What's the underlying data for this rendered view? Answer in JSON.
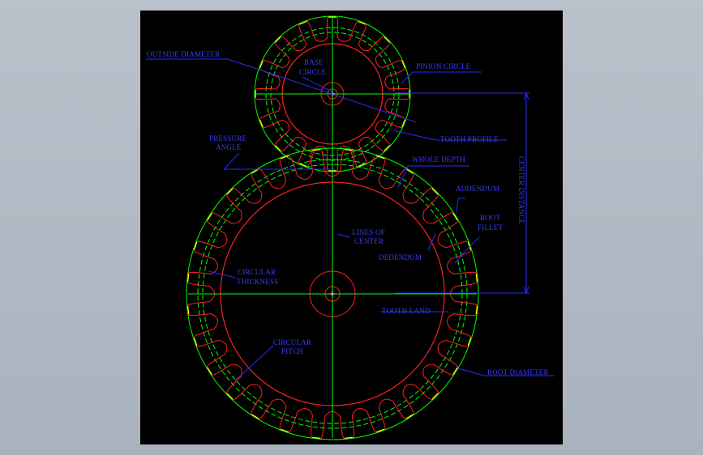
{
  "colors": {
    "background": "#000000",
    "outer_circle": "#00ff00",
    "pitch_circle": "#00ff00",
    "root_circle": "#ff2020",
    "tooth_profile": "#ff2020",
    "tooth_land": "#ffff00",
    "center_lines": "#00ff00",
    "leader_lines": "#2a2aff",
    "label_text": "#3b3bff"
  },
  "labels": {
    "outside_diameter": "OUTSIDE DIAMETER",
    "base_circle_1": "BASE",
    "base_circle_2": "CIRCLE",
    "pinion_circle": "PINION CIRCLE",
    "tooth_profile": "TOOTH PROFILE",
    "pressure_angle_1": "PRESSURE",
    "pressure_angle_2": "ANGLE",
    "whole_depth": "WHOLE DEPTH",
    "addendum": "ADDENDUM",
    "center_distance": "CENTER DISTANCE",
    "root_fillet_1": "ROOT",
    "root_fillet_2": "FILLET",
    "lines_of_center_1": "LINES OF",
    "lines_of_center_2": "CENTER",
    "dedendum": "DEDENDUM",
    "circular_thickness_1": "CIRCULAR",
    "circular_thickness_2": "THICKNESS",
    "tooth_land": "TOOTH LAND",
    "circular_pitch_1": "CIRCULAR",
    "circular_pitch_2": "PITCH",
    "root_diameter": "ROOT DIAMETER"
  }
}
